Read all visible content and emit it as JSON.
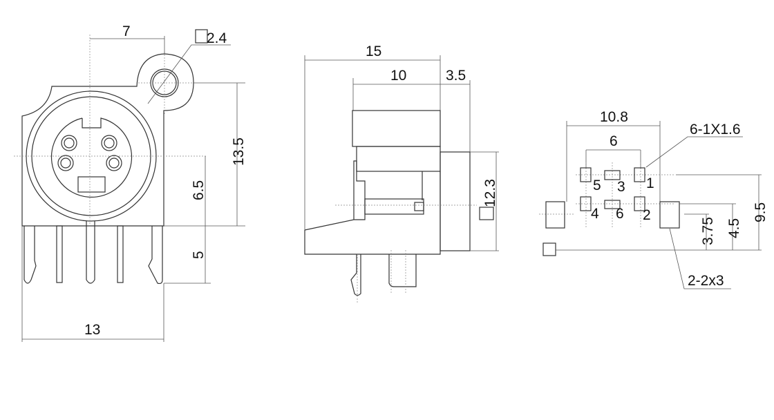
{
  "front_view": {
    "dim_center_to_hole": "7",
    "dim_hole_diameter": "2.4",
    "dim_height": "13.5",
    "dim_center_to_base": "6.5",
    "dim_lead_length": "5",
    "dim_width": "13"
  },
  "side_view": {
    "dim_total_depth": "15",
    "dim_shell_depth": "10",
    "dim_flange": "3.5",
    "dim_flange_height": "12.3"
  },
  "footprint": {
    "dim_mount_pitch": "10.8",
    "dim_pin_pitch": "6",
    "pin_hole_note": "6-1X1.6",
    "mount_hole_note": "2-2x3",
    "dim_row1": "9.5",
    "dim_row2": "4.5",
    "dim_mount_center": "3.75",
    "pin_labels": [
      "5",
      "3",
      "1",
      "4",
      "6",
      "2"
    ]
  }
}
